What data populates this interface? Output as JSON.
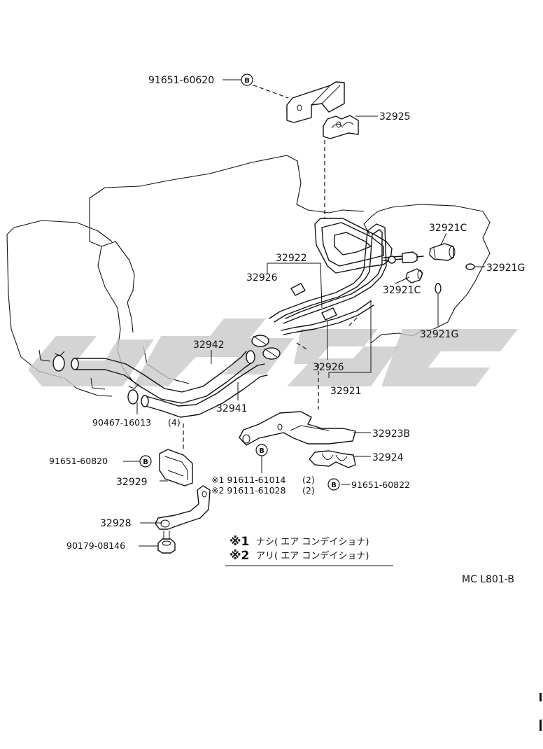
{
  "labels": {
    "p91651_60620": "91651-60620",
    "p32925": "32925",
    "p32921C_top": "32921C",
    "p32921G_right": "32921G",
    "p32922": "32922",
    "p32926_left": "32926",
    "p32921C_mid": "32921C",
    "p32921G_mid": "32921G",
    "p32942": "32942",
    "p32926_bottom": "32926",
    "p32941": "32941",
    "p32921": "32921",
    "p90467": "90467-16013",
    "p90467_qty": "(4)",
    "p32923B": "32923B",
    "p91651_60820": "91651-60820",
    "p32924": "32924",
    "p32929": "32929",
    "p91611_61014": "※1 91611-61014",
    "p91611_61014_qty": "(2)",
    "p91611_61028": "※2 91611-61028",
    "p91611_61028_qty": "(2)",
    "p91651_60822": "91651-60822",
    "p32928": "32928",
    "p90179": "90179-08146"
  },
  "bolt_marker": "B",
  "notes": [
    {
      "mark": "※1",
      "text": "ナシ( エア  コンデイショナ)"
    },
    {
      "mark": "※2",
      "text": "アリ( エア  コンデイショナ)"
    }
  ],
  "diagram_code": "MC L801-B",
  "colors": {
    "line": "#111111",
    "watermark": "#c8c8c8",
    "background": "#ffffff"
  }
}
